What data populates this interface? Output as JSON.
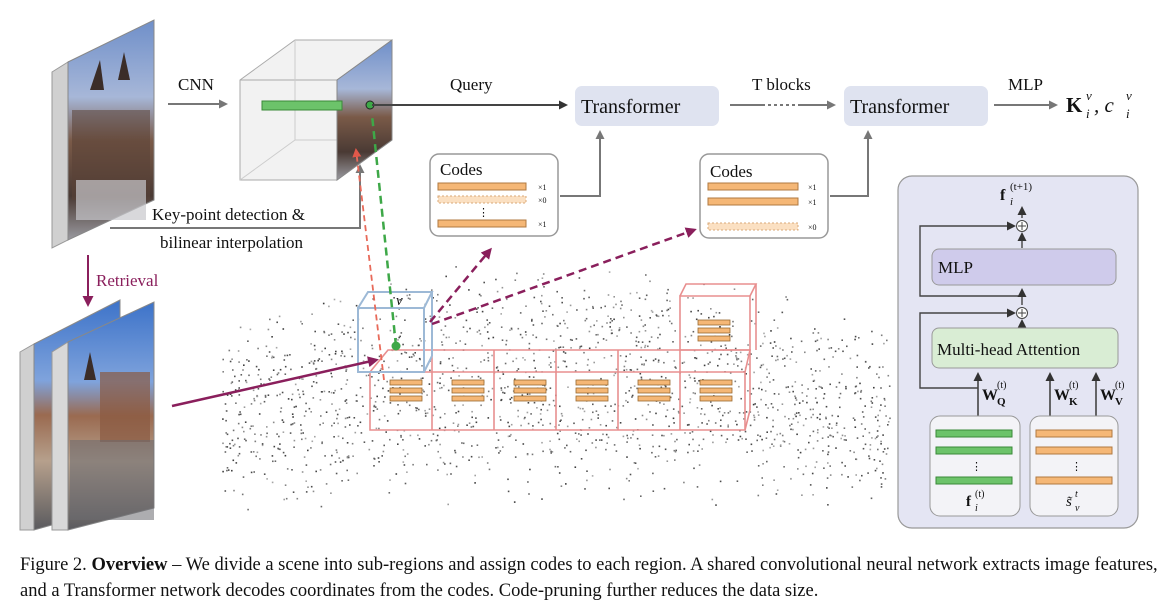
{
  "labels": {
    "cnn": "CNN",
    "query": "Query",
    "transformer_1": "Transformer",
    "t_blocks": "T blocks",
    "transformer_2": "Transformer",
    "mlp_out": "MLP",
    "output": "K",
    "output_sup": "v",
    "output_sub": "i",
    "output_rest": ", c",
    "keypoint_line1": "Key-point detection &",
    "keypoint_line2": "bilinear interpolation",
    "retrieval": "Retrieval",
    "v_label": "v"
  },
  "codes_left": {
    "title": "Codes",
    "mult": [
      "×1",
      "×0",
      "×1"
    ]
  },
  "codes_right": {
    "title": "Codes",
    "mult": [
      "×1",
      "×1",
      "×0"
    ]
  },
  "detail_panel": {
    "f_next": "f",
    "f_next_sup": "(t+1)",
    "f_next_sub": "i",
    "mlp": "MLP",
    "mha": "Multi-head Attention",
    "wq": "W",
    "wq_sub": "Q",
    "wk": "W",
    "wk_sub": "K",
    "wv": "W",
    "wv_sub": "V",
    "w_sup": "(t)",
    "f_in": "f",
    "f_in_sup": "(t)",
    "f_in_sub": "i",
    "s_in": "s̃",
    "s_in_sup": "t",
    "s_in_sub": "v",
    "dots": "⋮"
  },
  "caption": {
    "prefix": "Figure 2. ",
    "bold": "Overview",
    "text": " – We divide a scene into sub-regions and assign codes to each region. A shared convolutional neural network extracts image features, and a Transformer network decodes coordinates from the codes. Code-pruning further reduces the data size."
  },
  "colors": {
    "transformer_box": "#dfe3f0",
    "panel_bg": "#e4e5f3",
    "mlp_box": "#cfcbeb",
    "mha_box": "#d9edd4",
    "code_bar": "#f5b776",
    "feature_bar": "#6cc36a",
    "region_red": "#e88f8f",
    "region_blue": "#9db9d6",
    "arrow_purple": "#8a1f5c",
    "dash_green": "#3ea848",
    "dash_red": "#e86a5a"
  }
}
